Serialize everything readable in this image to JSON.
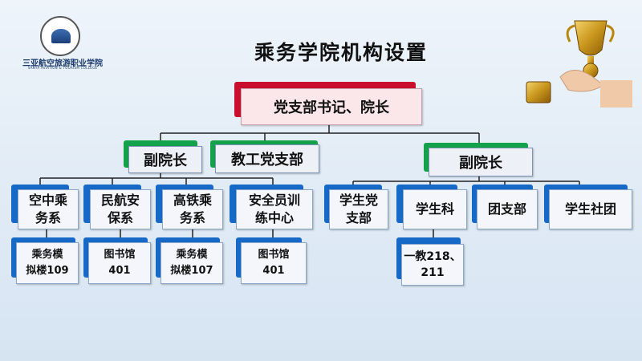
{
  "logo": {
    "name": "三亚航空旅游职业学院",
    "sub": "SANYA AVIATION & TOURISM COLLEGE"
  },
  "title": "乘务学院机构设置",
  "org": {
    "top": "党支部书记、院长",
    "l2": [
      "副院长",
      "教工党支部",
      "副院长"
    ],
    "l3": [
      "空中乘\n务系",
      "民航安\n保系",
      "高铁乘\n务系",
      "安全员训\n练中心",
      "学生党\n支部",
      "学生科",
      "团支部",
      "学生社团"
    ],
    "l4": [
      "乘务模\n拟楼109",
      "图书馆\n401",
      "乘务模\n拟楼107",
      "图书馆\n401",
      "一教218、\n211"
    ]
  },
  "icons": [
    "trophy-icon",
    "college-seal-icon"
  ]
}
